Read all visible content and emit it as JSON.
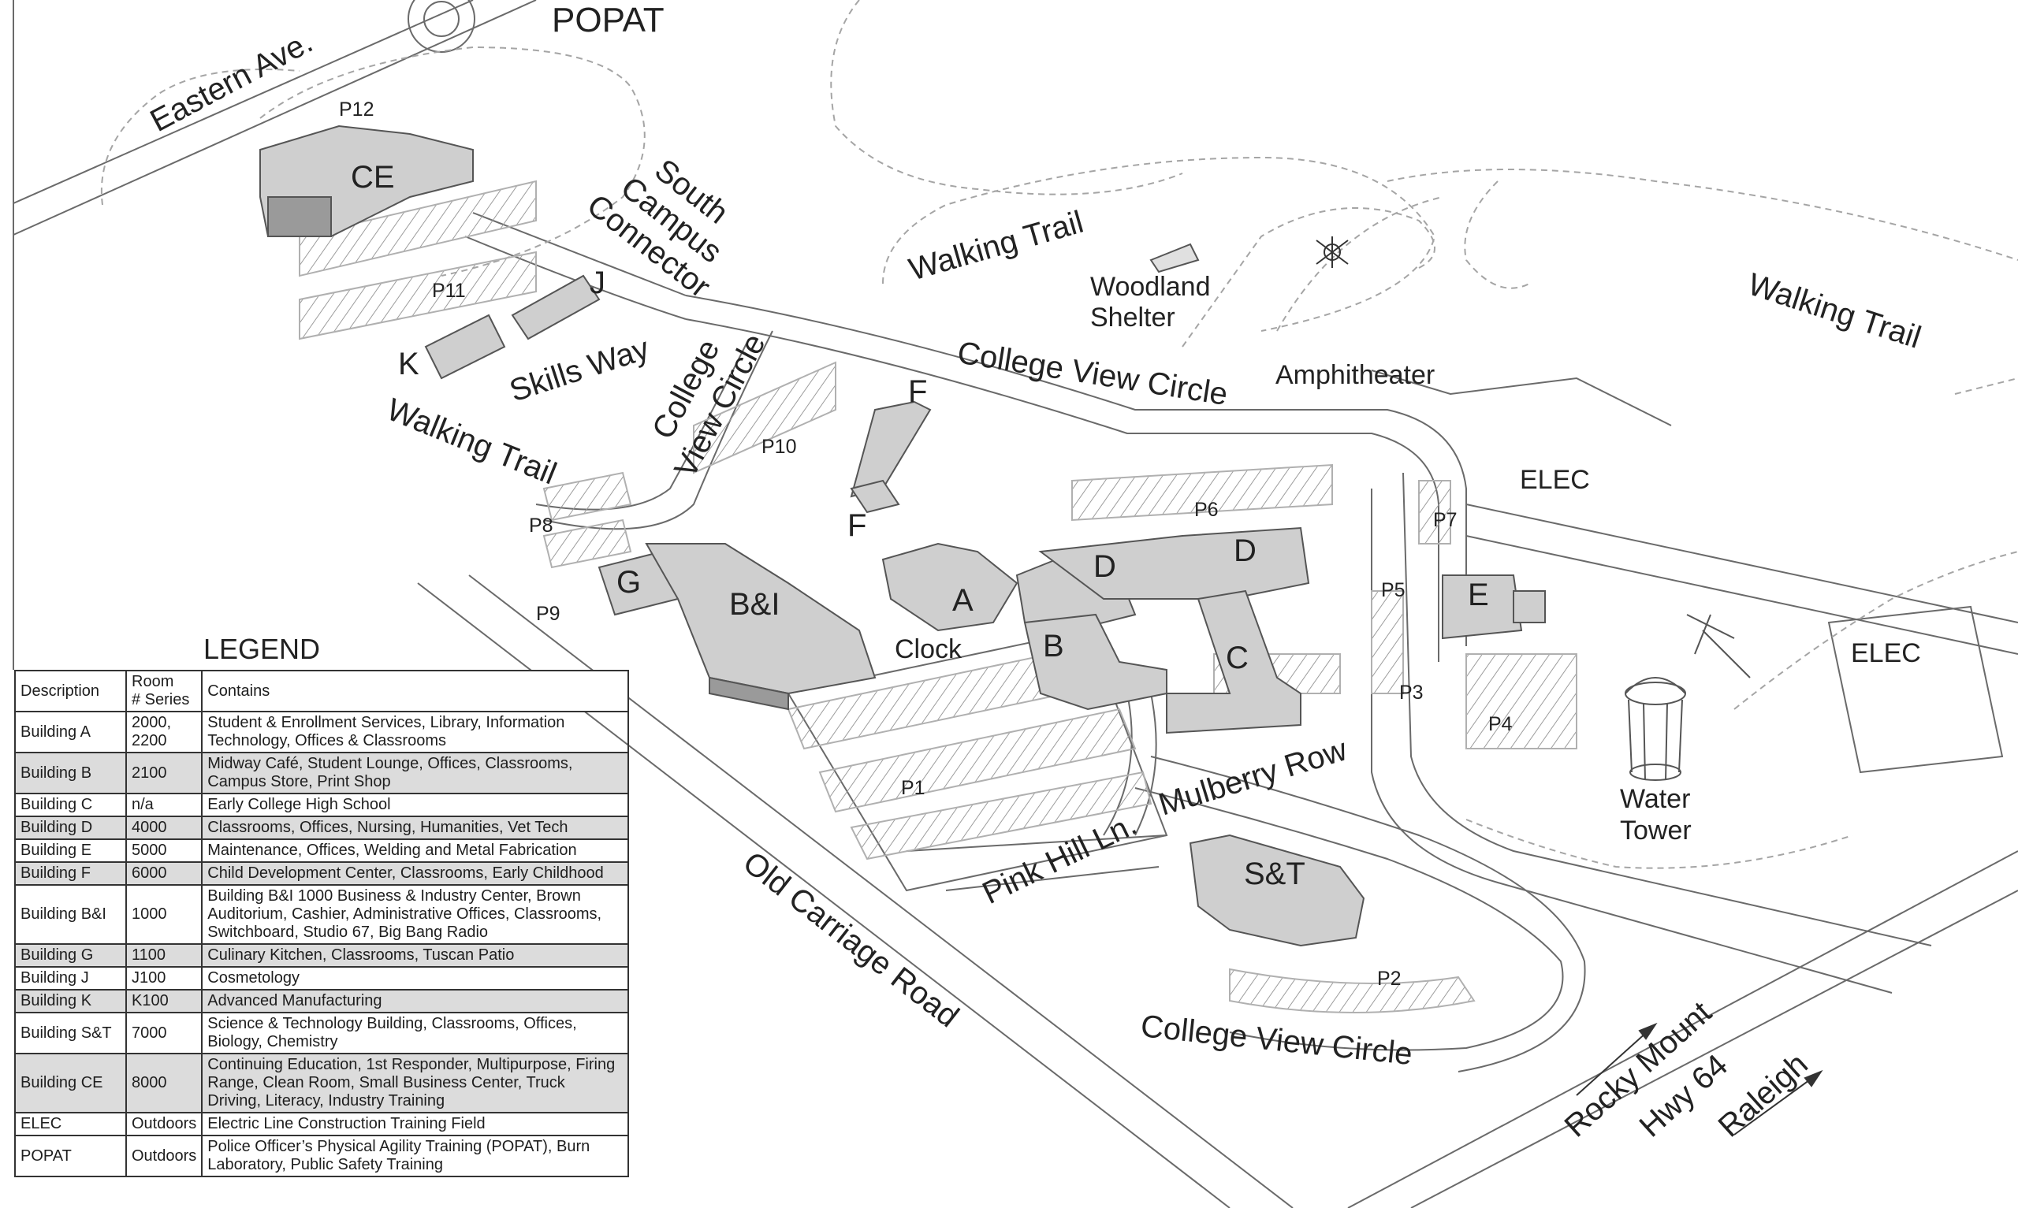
{
  "map": {
    "title": "POPAT",
    "roads": {
      "eastern_ave": "Eastern Ave.",
      "south_campus_connector": [
        "South",
        "Campus",
        "Connector"
      ],
      "walking_trail_center": "Walking Trail",
      "walking_trail_right": "Walking Trail",
      "walking_trail_left": "Walking Trail",
      "skills_way": "Skills Way",
      "college_view_circle_top": "College View Circle",
      "college_view_circle_vertical": [
        "College",
        "View Circle"
      ],
      "college_view_circle_bottom": "College  View Circle",
      "mulberry_row": "Mulberry Row",
      "pink_hill_ln": "Pink Hill Ln.",
      "old_carriage_road": "Old Carriage Road",
      "rocky_mount": "Rocky Mount",
      "hwy_64": "Hwy 64",
      "raleigh": "Raleigh"
    },
    "places": {
      "woodland_shelter": [
        "Woodland",
        "Shelter"
      ],
      "amphitheater": "Amphitheater",
      "water_tower": [
        "Water",
        "Tower"
      ],
      "clock": "Clock",
      "elec_top": "ELEC",
      "elec_right": "ELEC"
    },
    "buildings": {
      "ce": "CE",
      "j": "J",
      "k": "K",
      "f_top": "F",
      "f_bottom": "F",
      "g": "G",
      "bi": "B&I",
      "a": "A",
      "b": "B",
      "c": "C",
      "d_left": "D",
      "d_right": "D",
      "e": "E",
      "st": "S&T"
    },
    "parking": {
      "p1": "P1",
      "p2": "P2",
      "p3": "P3",
      "p4": "P4",
      "p5": "P5",
      "p6": "P6",
      "p7": "P7",
      "p8": "P8",
      "p9": "P9",
      "p10": "P10",
      "p11": "P11",
      "p12": "P12"
    },
    "colors": {
      "building": "#c9c9c9",
      "building_dark": "#9a9a9a",
      "line": "#6a6a6a",
      "dashed": "#9a9a9a"
    }
  },
  "legend": {
    "title": "LEGEND",
    "headers": {
      "description": "Description",
      "room_series": [
        "Room",
        "# Series"
      ],
      "contains": "Contains"
    },
    "rows": [
      {
        "description": "Building A",
        "room": "2000, 2200",
        "contains": "Student & Enrollment Services, Library, Information Technology, Offices & Classrooms",
        "shaded": false
      },
      {
        "description": "Building B",
        "room": "2100",
        "contains": "Midway Café, Student Lounge, Offices, Classrooms, Campus Store, Print Shop",
        "shaded": true
      },
      {
        "description": "Building C",
        "room": "n/a",
        "contains": "Early College High School",
        "shaded": false
      },
      {
        "description": "Building D",
        "room": "4000",
        "contains": "Classrooms, Offices, Nursing, Humanities, Vet Tech",
        "shaded": true
      },
      {
        "description": "Building E",
        "room": "5000",
        "contains": "Maintenance, Offices, Welding and Metal Fabrication",
        "shaded": false
      },
      {
        "description": "Building F",
        "room": "6000",
        "contains": "Child Development Center, Classrooms, Early Childhood",
        "shaded": true
      },
      {
        "description": "Building B&I",
        "room": "1000",
        "contains": "Building B&I 1000 Business & Industry Center, Brown Auditorium, Cashier, Administrative Offices, Classrooms, Switchboard, Studio 67, Big Bang Radio",
        "shaded": false
      },
      {
        "description": "Building G",
        "room": "1100",
        "contains": "Culinary Kitchen, Classrooms, Tuscan Patio",
        "shaded": true
      },
      {
        "description": "Building J",
        "room": "J100",
        "contains": "Cosmetology",
        "shaded": false
      },
      {
        "description": "Building K",
        "room": "K100",
        "contains": "Advanced Manufacturing",
        "shaded": true
      },
      {
        "description": "Building S&T",
        "room": "7000",
        "contains": "Science & Technology Building, Classrooms, Offices, Biology, Chemistry",
        "shaded": false
      },
      {
        "description": "Building CE",
        "room": "8000",
        "contains": "Continuing Education, 1st Responder, Multipurpose, Firing Range, Clean Room, Small Business Center, Truck Driving, Literacy, Industry Training",
        "shaded": true
      },
      {
        "description": "ELEC",
        "room": "Outdoors",
        "contains": "Electric Line Construction Training Field",
        "shaded": false
      },
      {
        "description": "POPAT",
        "room": "Outdoors",
        "contains": "Police Officer’s Physical Agility Training (POPAT), Burn Laboratory, Public Safety Training",
        "shaded": false
      }
    ]
  }
}
